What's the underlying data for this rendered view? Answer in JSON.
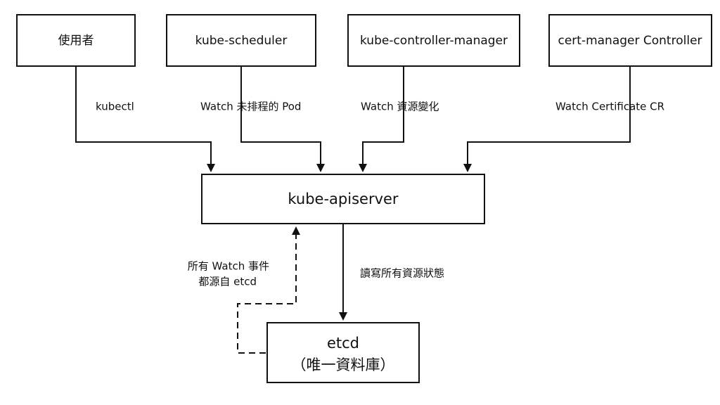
{
  "nodes": {
    "user": {
      "label": "使用者"
    },
    "scheduler": {
      "label": "kube-scheduler"
    },
    "controller_manager": {
      "label": "kube-controller-manager"
    },
    "cert_manager": {
      "label": "cert-manager Controller"
    },
    "apiserver": {
      "label": "kube-apiserver"
    },
    "etcd": {
      "label": "etcd",
      "sublabel": "（唯一資料庫）"
    }
  },
  "edges": {
    "user_to_api": {
      "label": "kubectl"
    },
    "scheduler_to_api": {
      "label": "Watch 未排程的 Pod"
    },
    "controller_to_api": {
      "label": "Watch 資源變化"
    },
    "cert_to_api": {
      "label": "Watch Certificate CR"
    },
    "api_to_etcd": {
      "label": "讀寫所有資源狀態"
    },
    "etcd_to_api": {
      "label_line1": "所有 Watch 事件",
      "label_line2": "都源自 etcd"
    }
  }
}
